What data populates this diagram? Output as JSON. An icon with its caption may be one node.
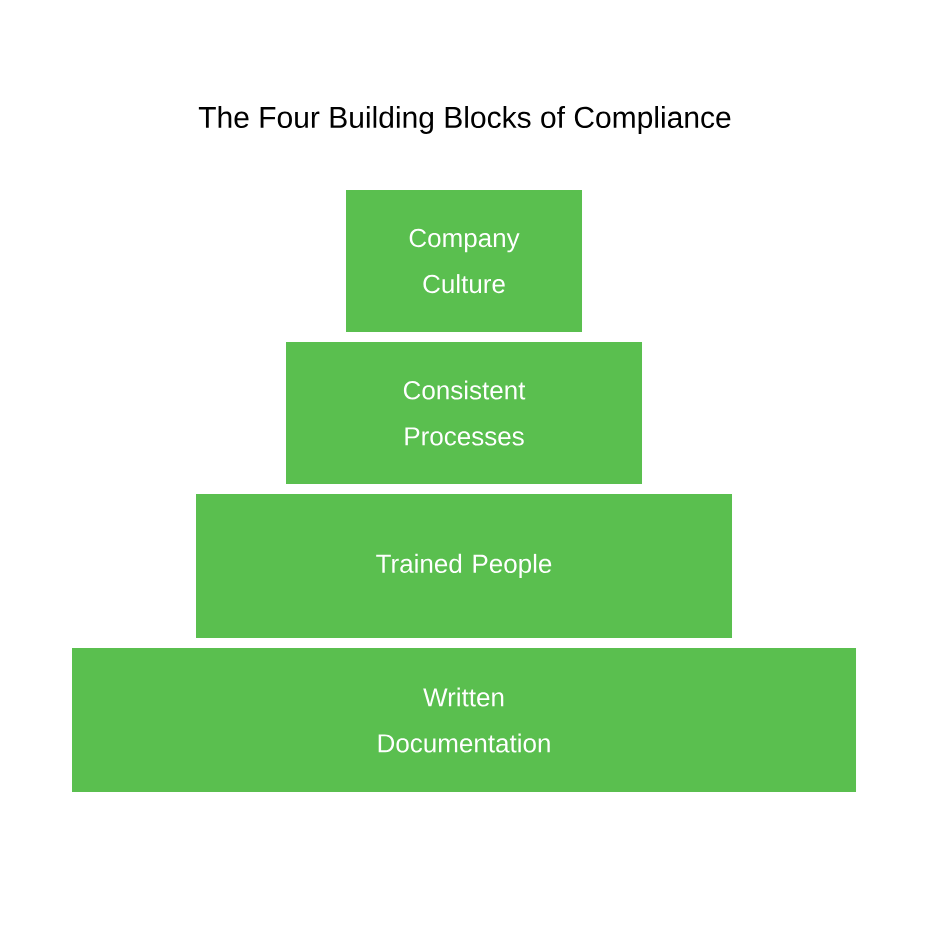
{
  "diagram": {
    "title": "The Four Building Blocks of Compliance",
    "nodes": [
      {
        "text": [
          "Company Culture"
        ]
      },
      {
        "text": [
          "Consistent Processes"
        ]
      },
      {
        "text": [
          "Trained People"
        ]
      },
      {
        "text": [
          "Written Documentation"
        ]
      }
    ]
  }
}
